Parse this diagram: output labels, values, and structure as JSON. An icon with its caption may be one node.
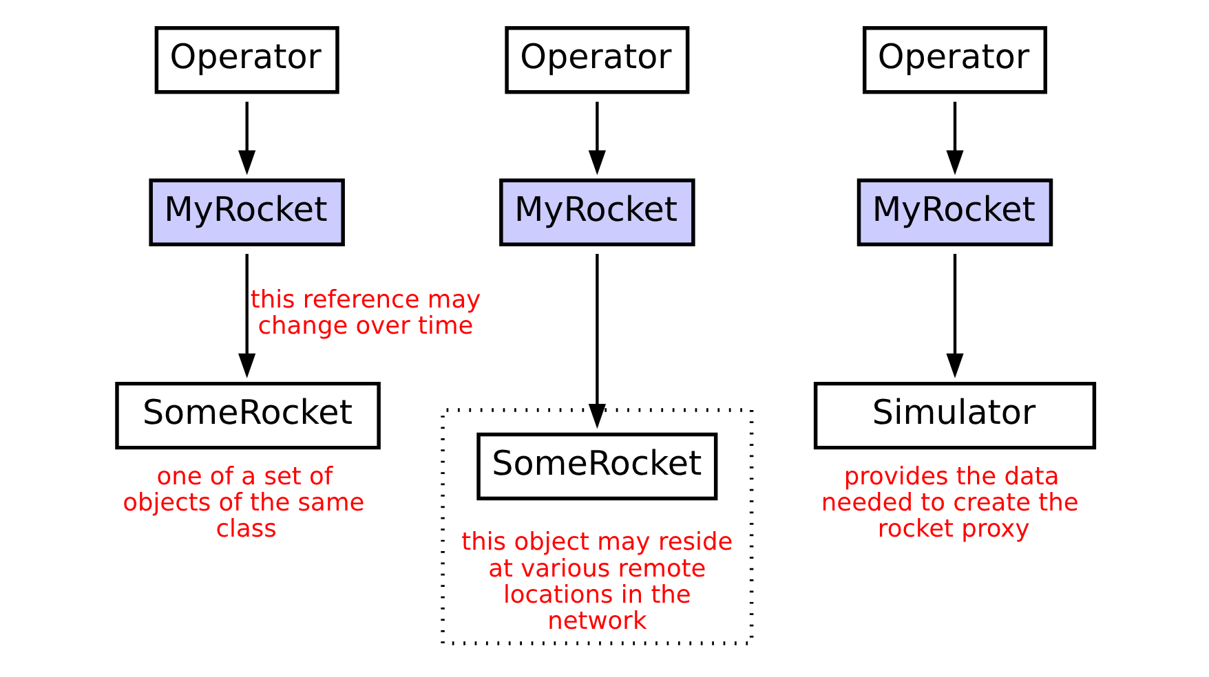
{
  "diagram": {
    "nodes": [
      {
        "text": [
          "Operator"
        ]
      },
      {
        "text": [
          "MyRocket"
        ]
      },
      {
        "text": [
          "SomeRocket"
        ],
        "beside": [
          "one of a set of objects of the same class"
        ]
      },
      {
        "text": [
          "Operator"
        ]
      },
      {
        "text": [
          "MyRocket"
        ]
      },
      {
        "text": [
          "this object may reside at various remote locations in the network"
        ]
      },
      {
        "text": [
          "SomeRocket"
        ],
        "in": 5
      },
      {
        "text": [
          "Operator"
        ]
      },
      {
        "text": [
          "MyRocket"
        ]
      },
      {
        "text": [
          "Simulator"
        ],
        "beside": [
          "provides the data needed to create the rocket proxy"
        ]
      }
    ],
    "edges": [
      {
        "from": 0,
        "to": 1,
        "arrow": "to"
      },
      {
        "from": 1,
        "to": 2,
        "arrow": "to",
        "label": "this reference may change over time"
      },
      {
        "from": 3,
        "to": 4,
        "arrow": "to"
      },
      {
        "from": 4,
        "to": 6,
        "arrow": "to"
      },
      {
        "from": 7,
        "to": 8,
        "arrow": "to"
      },
      {
        "from": 8,
        "to": 9,
        "arrow": "to"
      }
    ]
  }
}
